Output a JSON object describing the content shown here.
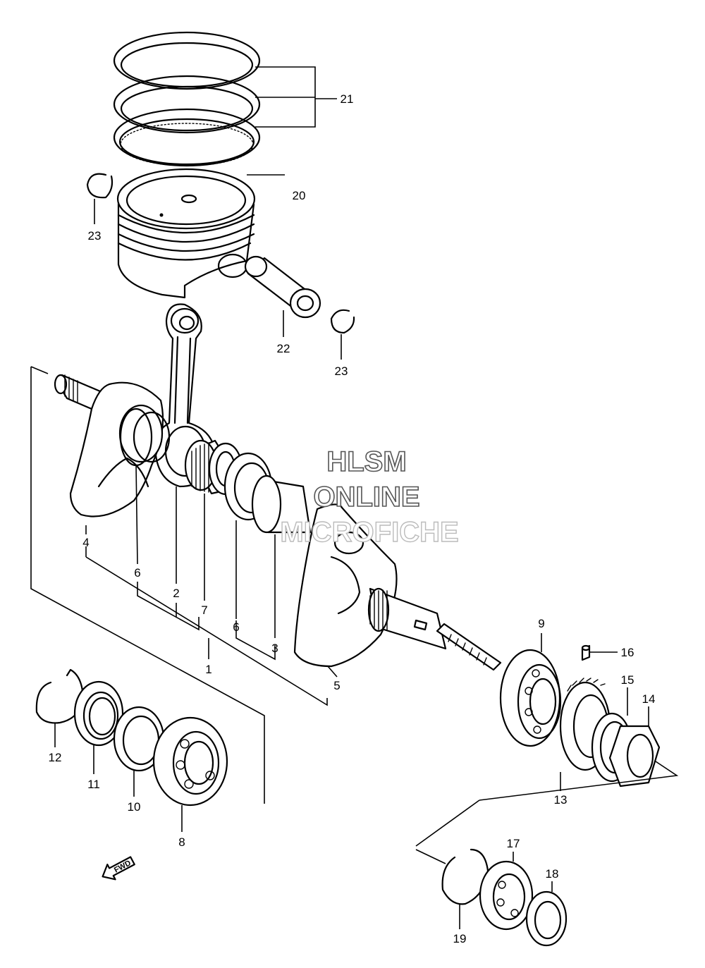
{
  "watermark": {
    "line1": "HLSM",
    "line2": "ONLINE",
    "line3": "MICROFICHE"
  },
  "fwd_label": "FWD",
  "callouts": [
    {
      "id": "21",
      "text": "21"
    },
    {
      "id": "20",
      "text": "20"
    },
    {
      "id": "23a",
      "text": "23"
    },
    {
      "id": "22",
      "text": "22"
    },
    {
      "id": "23b",
      "text": "23"
    },
    {
      "id": "4",
      "text": "4"
    },
    {
      "id": "6a",
      "text": "6"
    },
    {
      "id": "2",
      "text": "2"
    },
    {
      "id": "7",
      "text": "7"
    },
    {
      "id": "6b",
      "text": "6"
    },
    {
      "id": "3",
      "text": "3"
    },
    {
      "id": "1",
      "text": "1"
    },
    {
      "id": "5",
      "text": "5"
    },
    {
      "id": "9",
      "text": "9"
    },
    {
      "id": "16",
      "text": "16"
    },
    {
      "id": "15",
      "text": "15"
    },
    {
      "id": "14",
      "text": "14"
    },
    {
      "id": "13",
      "text": "13"
    },
    {
      "id": "12",
      "text": "12"
    },
    {
      "id": "11",
      "text": "11"
    },
    {
      "id": "10",
      "text": "10"
    },
    {
      "id": "8",
      "text": "8"
    },
    {
      "id": "17",
      "text": "17"
    },
    {
      "id": "18",
      "text": "18"
    },
    {
      "id": "19",
      "text": "19"
    }
  ]
}
